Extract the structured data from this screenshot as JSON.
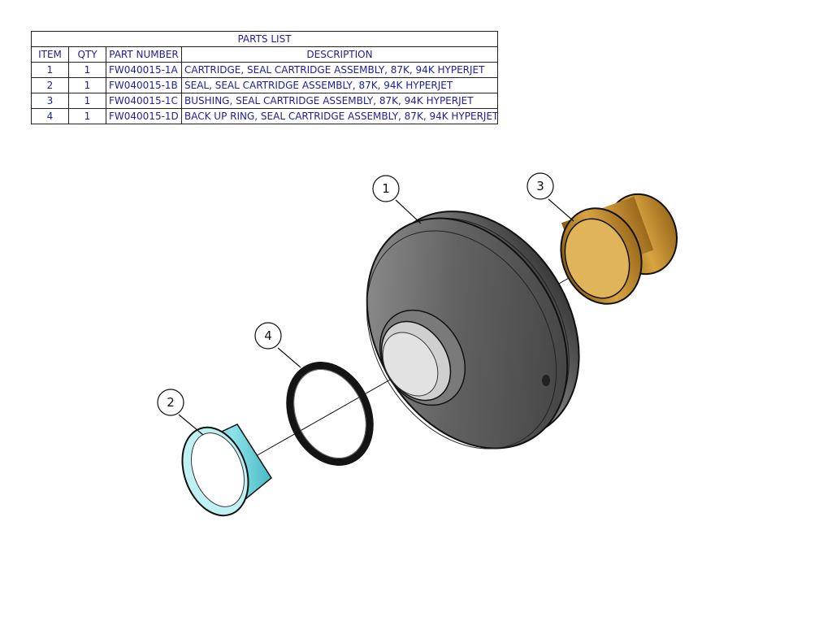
{
  "parts_list": {
    "title": "PARTS LIST",
    "headers": [
      "ITEM",
      "QTY",
      "PART NUMBER",
      "DESCRIPTION"
    ],
    "rows": [
      [
        "1",
        "1",
        "FW040015-1A",
        "CARTRIDGE, SEAL CARTRIDGE ASSEMBLY, 87K, 94K HYPERJET"
      ],
      [
        "2",
        "1",
        "FW040015-1B",
        "SEAL, SEAL CARTRIDGE ASSEMBLY, 87K, 94K HYPERJET"
      ],
      [
        "3",
        "1",
        "FW040015-1C",
        "BUSHING, SEAL CARTRIDGE ASSEMBLY, 87K, 94K HYPERJET"
      ],
      [
        "4",
        "1",
        "FW040015-1D",
        "BACK UP RING, SEAL CARTRIDGE ASSEMBLY, 87K, 94K HYPERJET"
      ]
    ]
  },
  "balloons": [
    "1",
    "2",
    "3",
    "4"
  ],
  "colors": {
    "table_text": "#1e1e9e",
    "cartridge": "#5b5b5b",
    "seal": "#5cc9d3",
    "bushing": "#c08a2e",
    "backup_ring": "#1a1a1a"
  }
}
